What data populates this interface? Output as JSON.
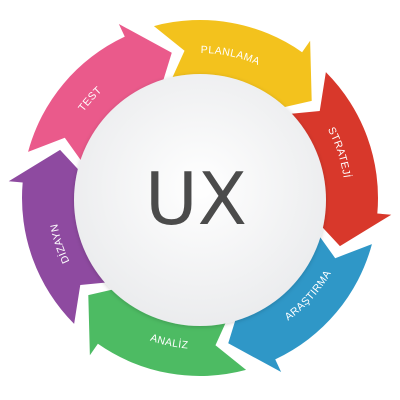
{
  "diagram": {
    "center_text": "UX",
    "segments": [
      {
        "label": "PLANLAMA",
        "color": "#f3c21d"
      },
      {
        "label": "STRATEJİ",
        "color": "#d8382b"
      },
      {
        "label": "ARAŞTIRMA",
        "color": "#2f97c7"
      },
      {
        "label": "ANALİZ",
        "color": "#4dbb63"
      },
      {
        "label": "DİZAYN",
        "color": "#8e4aa0"
      },
      {
        "label": "TEST",
        "color": "#ea5a8b"
      }
    ],
    "center_fill": "#f4f5f6"
  }
}
